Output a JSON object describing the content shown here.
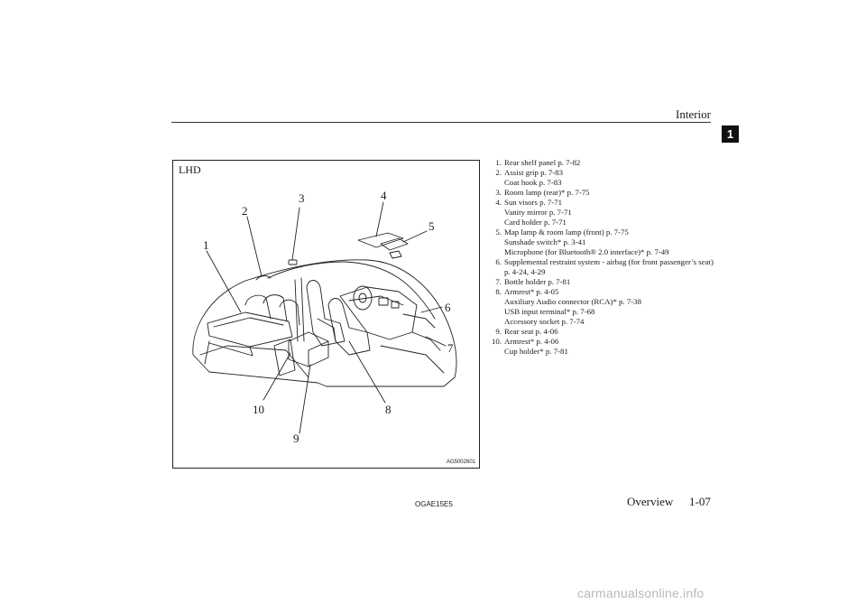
{
  "header": {
    "section_title": "Interior",
    "chapter_tab": "1"
  },
  "figure": {
    "variant_label": "LHD",
    "figure_code": "AG5002601",
    "callouts": [
      "1",
      "2",
      "3",
      "4",
      "5",
      "6",
      "7",
      "8",
      "9",
      "10"
    ]
  },
  "items": [
    {
      "num": "1.",
      "lines": [
        "Rear shelf panel p. 7-82"
      ]
    },
    {
      "num": "2.",
      "lines": [
        "Assist grip p. 7-83",
        "Coat hook p. 7-83"
      ]
    },
    {
      "num": "3.",
      "lines": [
        "Room lamp (rear)* p. 7-75"
      ]
    },
    {
      "num": "4.",
      "lines": [
        "Sun visors p. 7-71",
        "Vanity mirror p. 7-71",
        "Card holder p. 7-71"
      ]
    },
    {
      "num": "5.",
      "lines": [
        "Map lamp & room lamp (front) p. 7-75",
        "Sunshade switch* p. 3-41",
        "Microphone (for Bluetooth® 2.0 interface)* p. 7-49"
      ]
    },
    {
      "num": "6.",
      "lines": [
        "Supplemental restraint system - airbag (for front passenger’s seat)",
        "p. 4-24, 4-29"
      ]
    },
    {
      "num": "7.",
      "lines": [
        "Bottle holder p. 7-81"
      ]
    },
    {
      "num": "8.",
      "lines": [
        "Armrest* p. 4-05",
        "Auxiliary Audio connector (RCA)* p. 7-38",
        "USB input terminal* p. 7-68",
        "Accessory socket p. 7-74"
      ]
    },
    {
      "num": "9.",
      "lines": [
        "Rear seat p. 4-06"
      ]
    },
    {
      "num": "10.",
      "lines": [
        "Armrest* p. 4-06",
        "Cup holder* p. 7-81"
      ]
    }
  ],
  "footer": {
    "doc_code": "OGAE15E5",
    "section": "Overview",
    "page": "1-07"
  },
  "watermark": "carmanualsonline.info"
}
